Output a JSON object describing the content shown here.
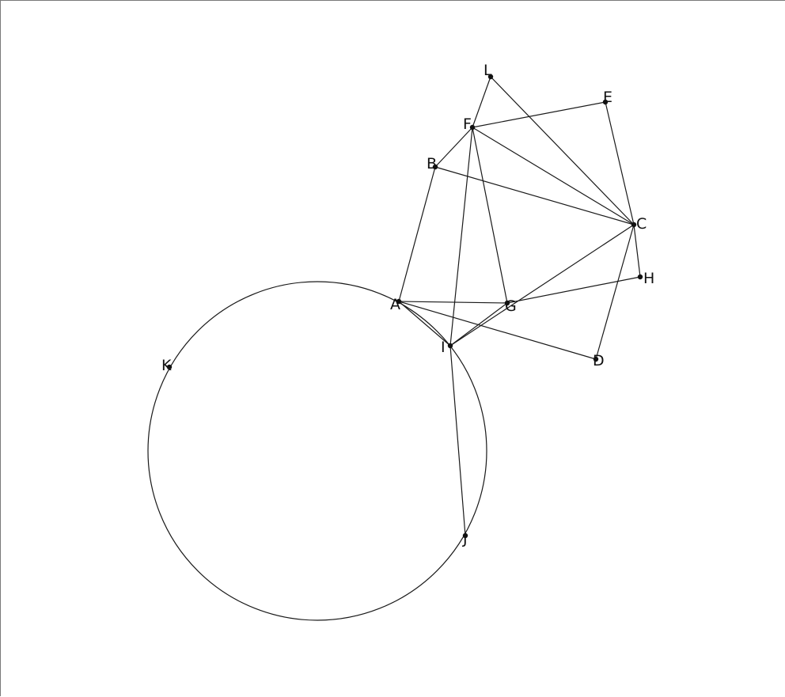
{
  "figure": {
    "points": [
      {
        "id": "A",
        "label": "A"
      },
      {
        "id": "B",
        "label": "B"
      },
      {
        "id": "C",
        "label": "C"
      },
      {
        "id": "D",
        "label": "D"
      },
      {
        "id": "E",
        "label": "E"
      },
      {
        "id": "F",
        "label": "F"
      },
      {
        "id": "G",
        "label": "G"
      },
      {
        "id": "H",
        "label": "H"
      },
      {
        "id": "I",
        "label": "I"
      },
      {
        "id": "J",
        "label": "J"
      },
      {
        "id": "K",
        "label": "K"
      },
      {
        "id": "L",
        "label": "L"
      }
    ],
    "segments": [
      [
        "A",
        "B"
      ],
      [
        "B",
        "F"
      ],
      [
        "F",
        "L"
      ],
      [
        "L",
        "C"
      ],
      [
        "F",
        "E"
      ],
      [
        "E",
        "C"
      ],
      [
        "C",
        "H"
      ],
      [
        "H",
        "G"
      ],
      [
        "C",
        "D"
      ],
      [
        "D",
        "A"
      ],
      [
        "A",
        "G"
      ],
      [
        "A",
        "I"
      ],
      [
        "I",
        "G"
      ],
      [
        "I",
        "C"
      ],
      [
        "G",
        "F"
      ],
      [
        "F",
        "C"
      ],
      [
        "B",
        "C"
      ],
      [
        "F",
        "I"
      ],
      [
        "I",
        "J"
      ]
    ],
    "circles": [
      {
        "id": "circle-1"
      }
    ],
    "colors": {
      "stroke": "#1a1a1a",
      "point": "#111111",
      "label": "#111111",
      "background": "#ffffff"
    }
  }
}
